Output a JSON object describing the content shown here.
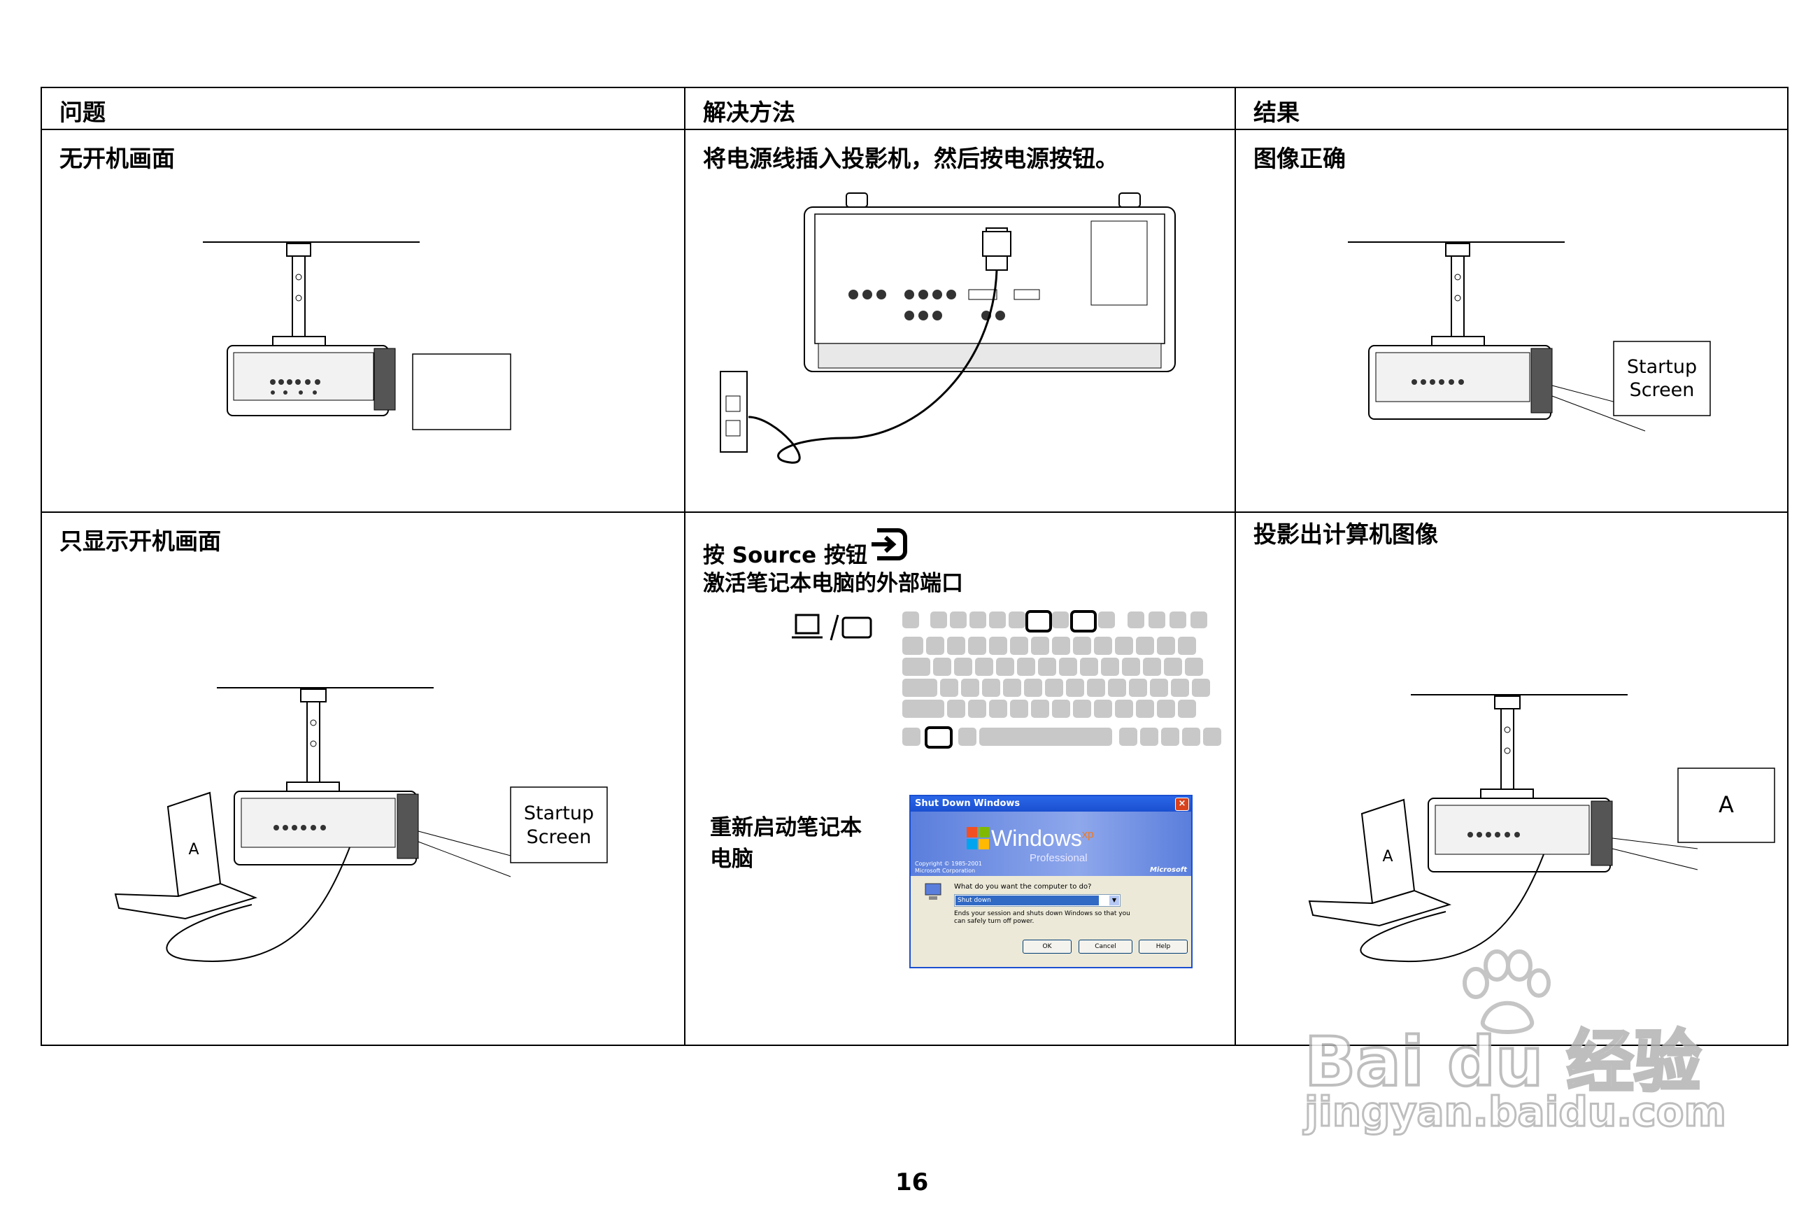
{
  "headers": {
    "problem": "问题",
    "solution": "解决方法",
    "result": "结果"
  },
  "row1": {
    "problem": "无开机画面",
    "solution": "将电源线插入投影机，然后按电源按钮。",
    "result": "图像正确",
    "result_screen_line1": "Startup",
    "result_screen_line2": "Screen"
  },
  "row2": {
    "problem": "只显示开机画面",
    "problem_screen_line1": "Startup",
    "problem_screen_line2": "Screen",
    "laptop_letter": "A",
    "solution_line1": "按 Source 按钮",
    "solution_line2": "激活笔记本电脑的外部端口",
    "restart_line1": "重新启动笔记本",
    "restart_line2": "电脑",
    "result": "投影出计算机图像",
    "result_screen_letter": "A",
    "result_laptop_letter": "A"
  },
  "xp_dialog": {
    "title": "Shut Down Windows",
    "close": "×",
    "logo": "Windows",
    "logo_sup": "xp",
    "edition": "Professional",
    "copyright": "Copyright © 1985-2001 Microsoft Corporation",
    "brand": "Microsoft",
    "question": "What do you want the computer to do?",
    "selected": "Shut down",
    "description": "Ends your session and shuts down Windows so that you can safely turn off power.",
    "ok": "OK",
    "cancel": "Cancel",
    "help": "Help"
  },
  "page_number": "16",
  "watermark": {
    "brand": "Bai du 经验",
    "url": "jingyan.baidu.com"
  }
}
